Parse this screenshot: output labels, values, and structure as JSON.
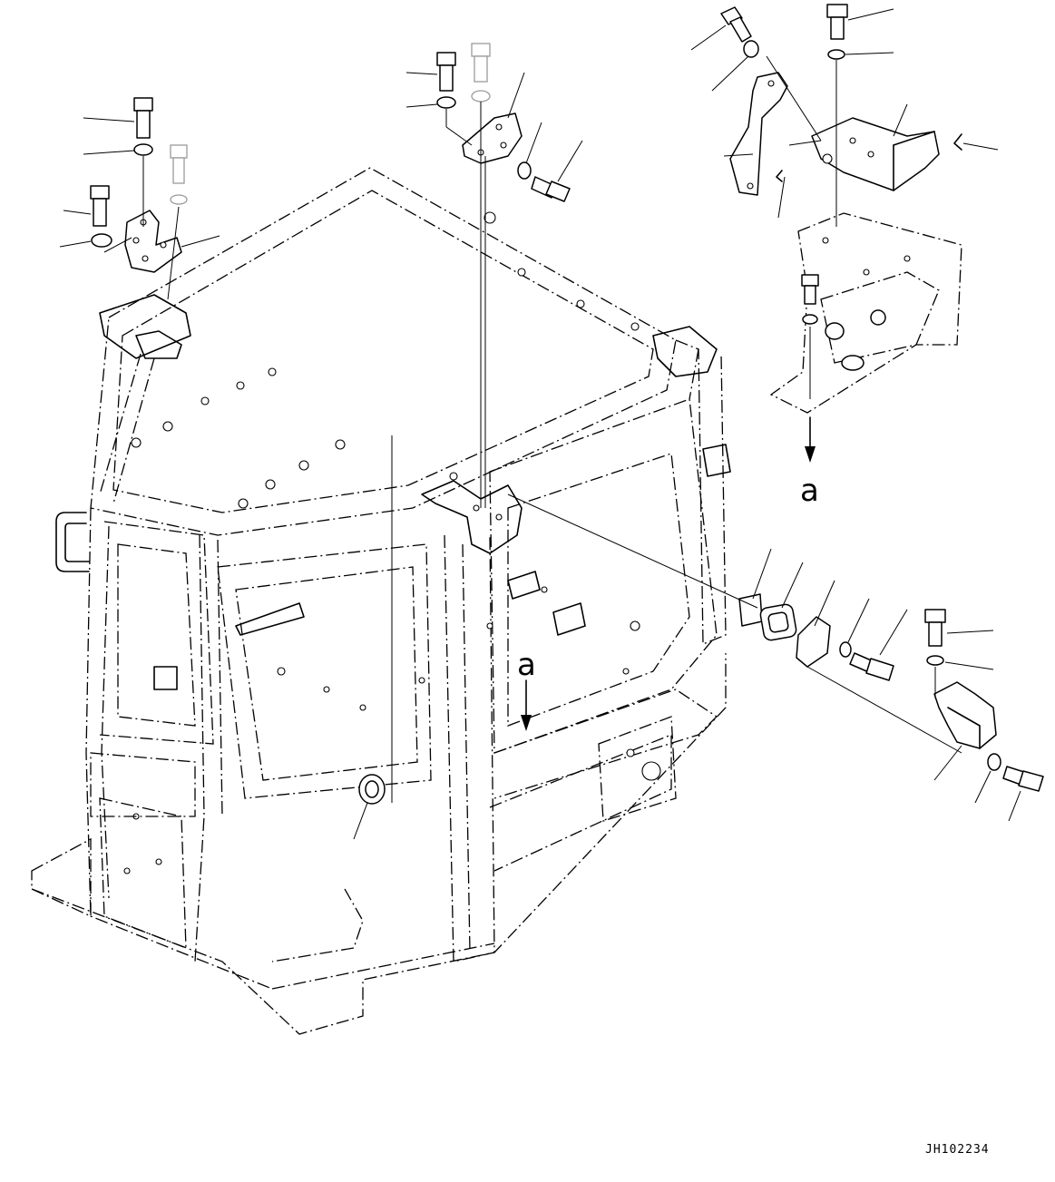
{
  "diagram": {
    "view_labels": [
      "a",
      "a"
    ],
    "drawing_code": "JH102234",
    "colors": {
      "line": "#000000",
      "background": "#ffffff",
      "ghost": "#9a9a9a"
    }
  }
}
